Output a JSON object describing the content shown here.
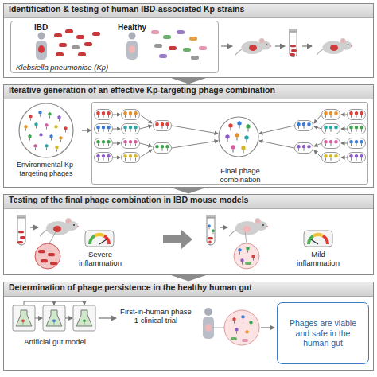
{
  "diagram": {
    "nodes": [
      {
        "text": [
          "Identification & testing of human IBD-associated Kp strains"
        ]
      },
      {
        "text": [
          "IBD",
          "Healthy",
          "Klebsiella pneumoniae (Kp)"
        ],
        "in": 0
      },
      {
        "text": [
          "Iterative generation of an effective Kp-targeting phage combination"
        ]
      },
      {
        "text": [
          "Environmental Kp-targeting phages"
        ],
        "in": 2
      },
      {
        "text": [
          "Final phage combination"
        ],
        "in": 2
      },
      {
        "text": [
          "Testing of the final phage combination in IBD mouse models"
        ]
      },
      {
        "text": [
          "Determination of phage persistence in the healthy human gut"
        ]
      },
      {
        "text": [
          "Phages are viable and safe in the human gut"
        ],
        "in": 6
      }
    ],
    "edges": [
      {
        "from": 0,
        "to": 2,
        "arrow": "to"
      },
      {
        "from": 3,
        "to": 4,
        "arrow": "to"
      },
      {
        "from": 2,
        "to": 5,
        "arrow": "to"
      },
      {
        "from": 5,
        "to": 6,
        "arrow": "to"
      }
    ],
    "labels": [
      "Severe inflammation",
      "Mild inflammation",
      "Artificial gut model",
      "First-in-human phase 1 clinical trial"
    ]
  }
}
